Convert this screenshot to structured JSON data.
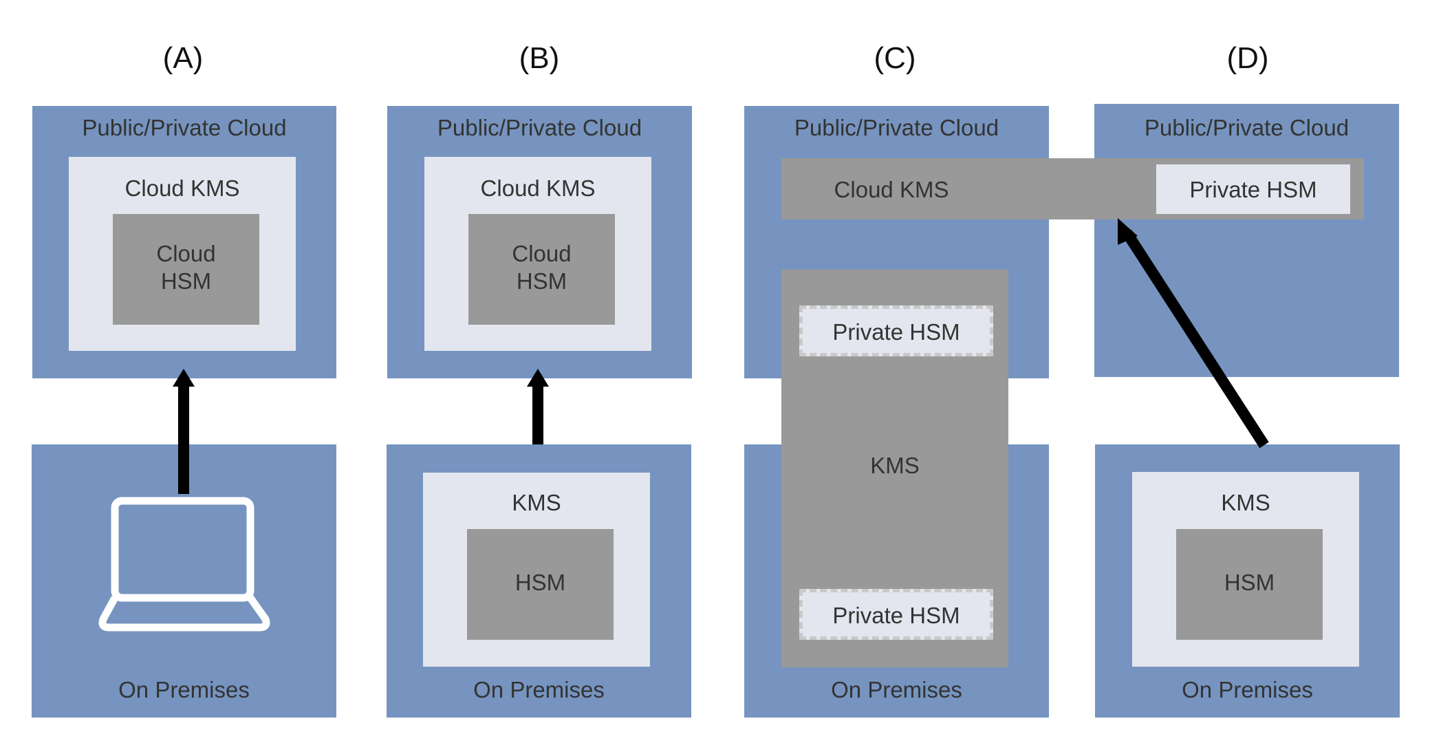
{
  "panels": {
    "a": {
      "label": "(A)",
      "cloud_title": "Public/Private Cloud",
      "kms": "Cloud KMS",
      "hsm_line1": "Cloud",
      "hsm_line2": "HSM",
      "prem_title": "On Premises"
    },
    "b": {
      "label": "(B)",
      "cloud_title": "Public/Private Cloud",
      "kms": "Cloud KMS",
      "hsm_line1": "Cloud",
      "hsm_line2": "HSM",
      "prem_kms": "KMS",
      "prem_hsm": "HSM",
      "prem_title": "On Premises"
    },
    "c": {
      "label": "(C)",
      "cloud_title": "Public/Private Cloud",
      "cloud_kms": "Cloud KMS",
      "private_hsm_top": "Private HSM",
      "kms": "KMS",
      "private_hsm_bottom": "Private HSM",
      "prem_title": "On Premises"
    },
    "d": {
      "label": "(D)",
      "cloud_title": "Public/Private Cloud",
      "private_hsm": "Private HSM",
      "prem_kms": "KMS",
      "prem_hsm": "HSM",
      "prem_title": "On Premises"
    }
  },
  "colors": {
    "blue": "#7694bf",
    "light": "#e4e6ef",
    "gray": "#999999",
    "arrow": "#000000"
  }
}
